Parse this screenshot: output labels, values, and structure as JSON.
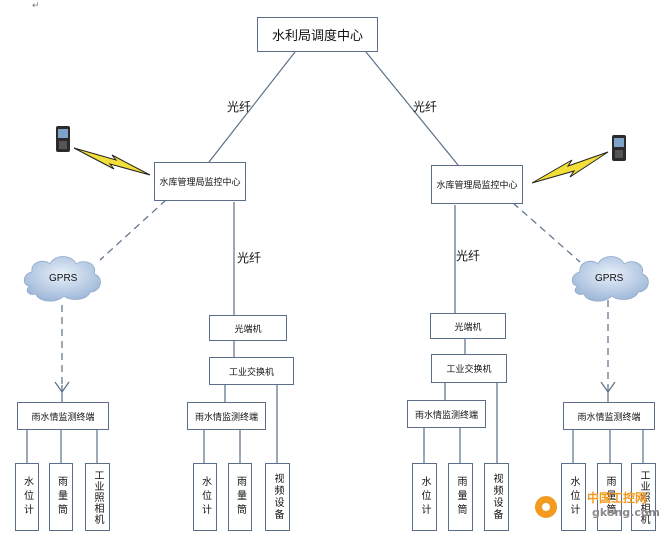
{
  "diagram": {
    "top_center": "水利局调度中心",
    "left_center": "水库管理局监控中心",
    "right_center": "水库管理局监控中心",
    "fiber_label": "光纤",
    "gprs_label": "GPRS",
    "optical_terminal": "光端机",
    "industrial_switch": "工业交换机",
    "rain_terminal": "雨水情监测终端",
    "water_level_meter": "水位计",
    "rain_gauge": "雨量筒",
    "industrial_camera": "工业照相机",
    "video_device": "视频设备"
  },
  "watermark": {
    "line1": "中国工控网",
    "line2": "gkong.com"
  },
  "colors": {
    "line": "#5a6f87",
    "box_border": "#5a6f87",
    "cloud": "#b9cde6",
    "lightning": "#f2df3a",
    "watermark": "#f39a1f"
  }
}
